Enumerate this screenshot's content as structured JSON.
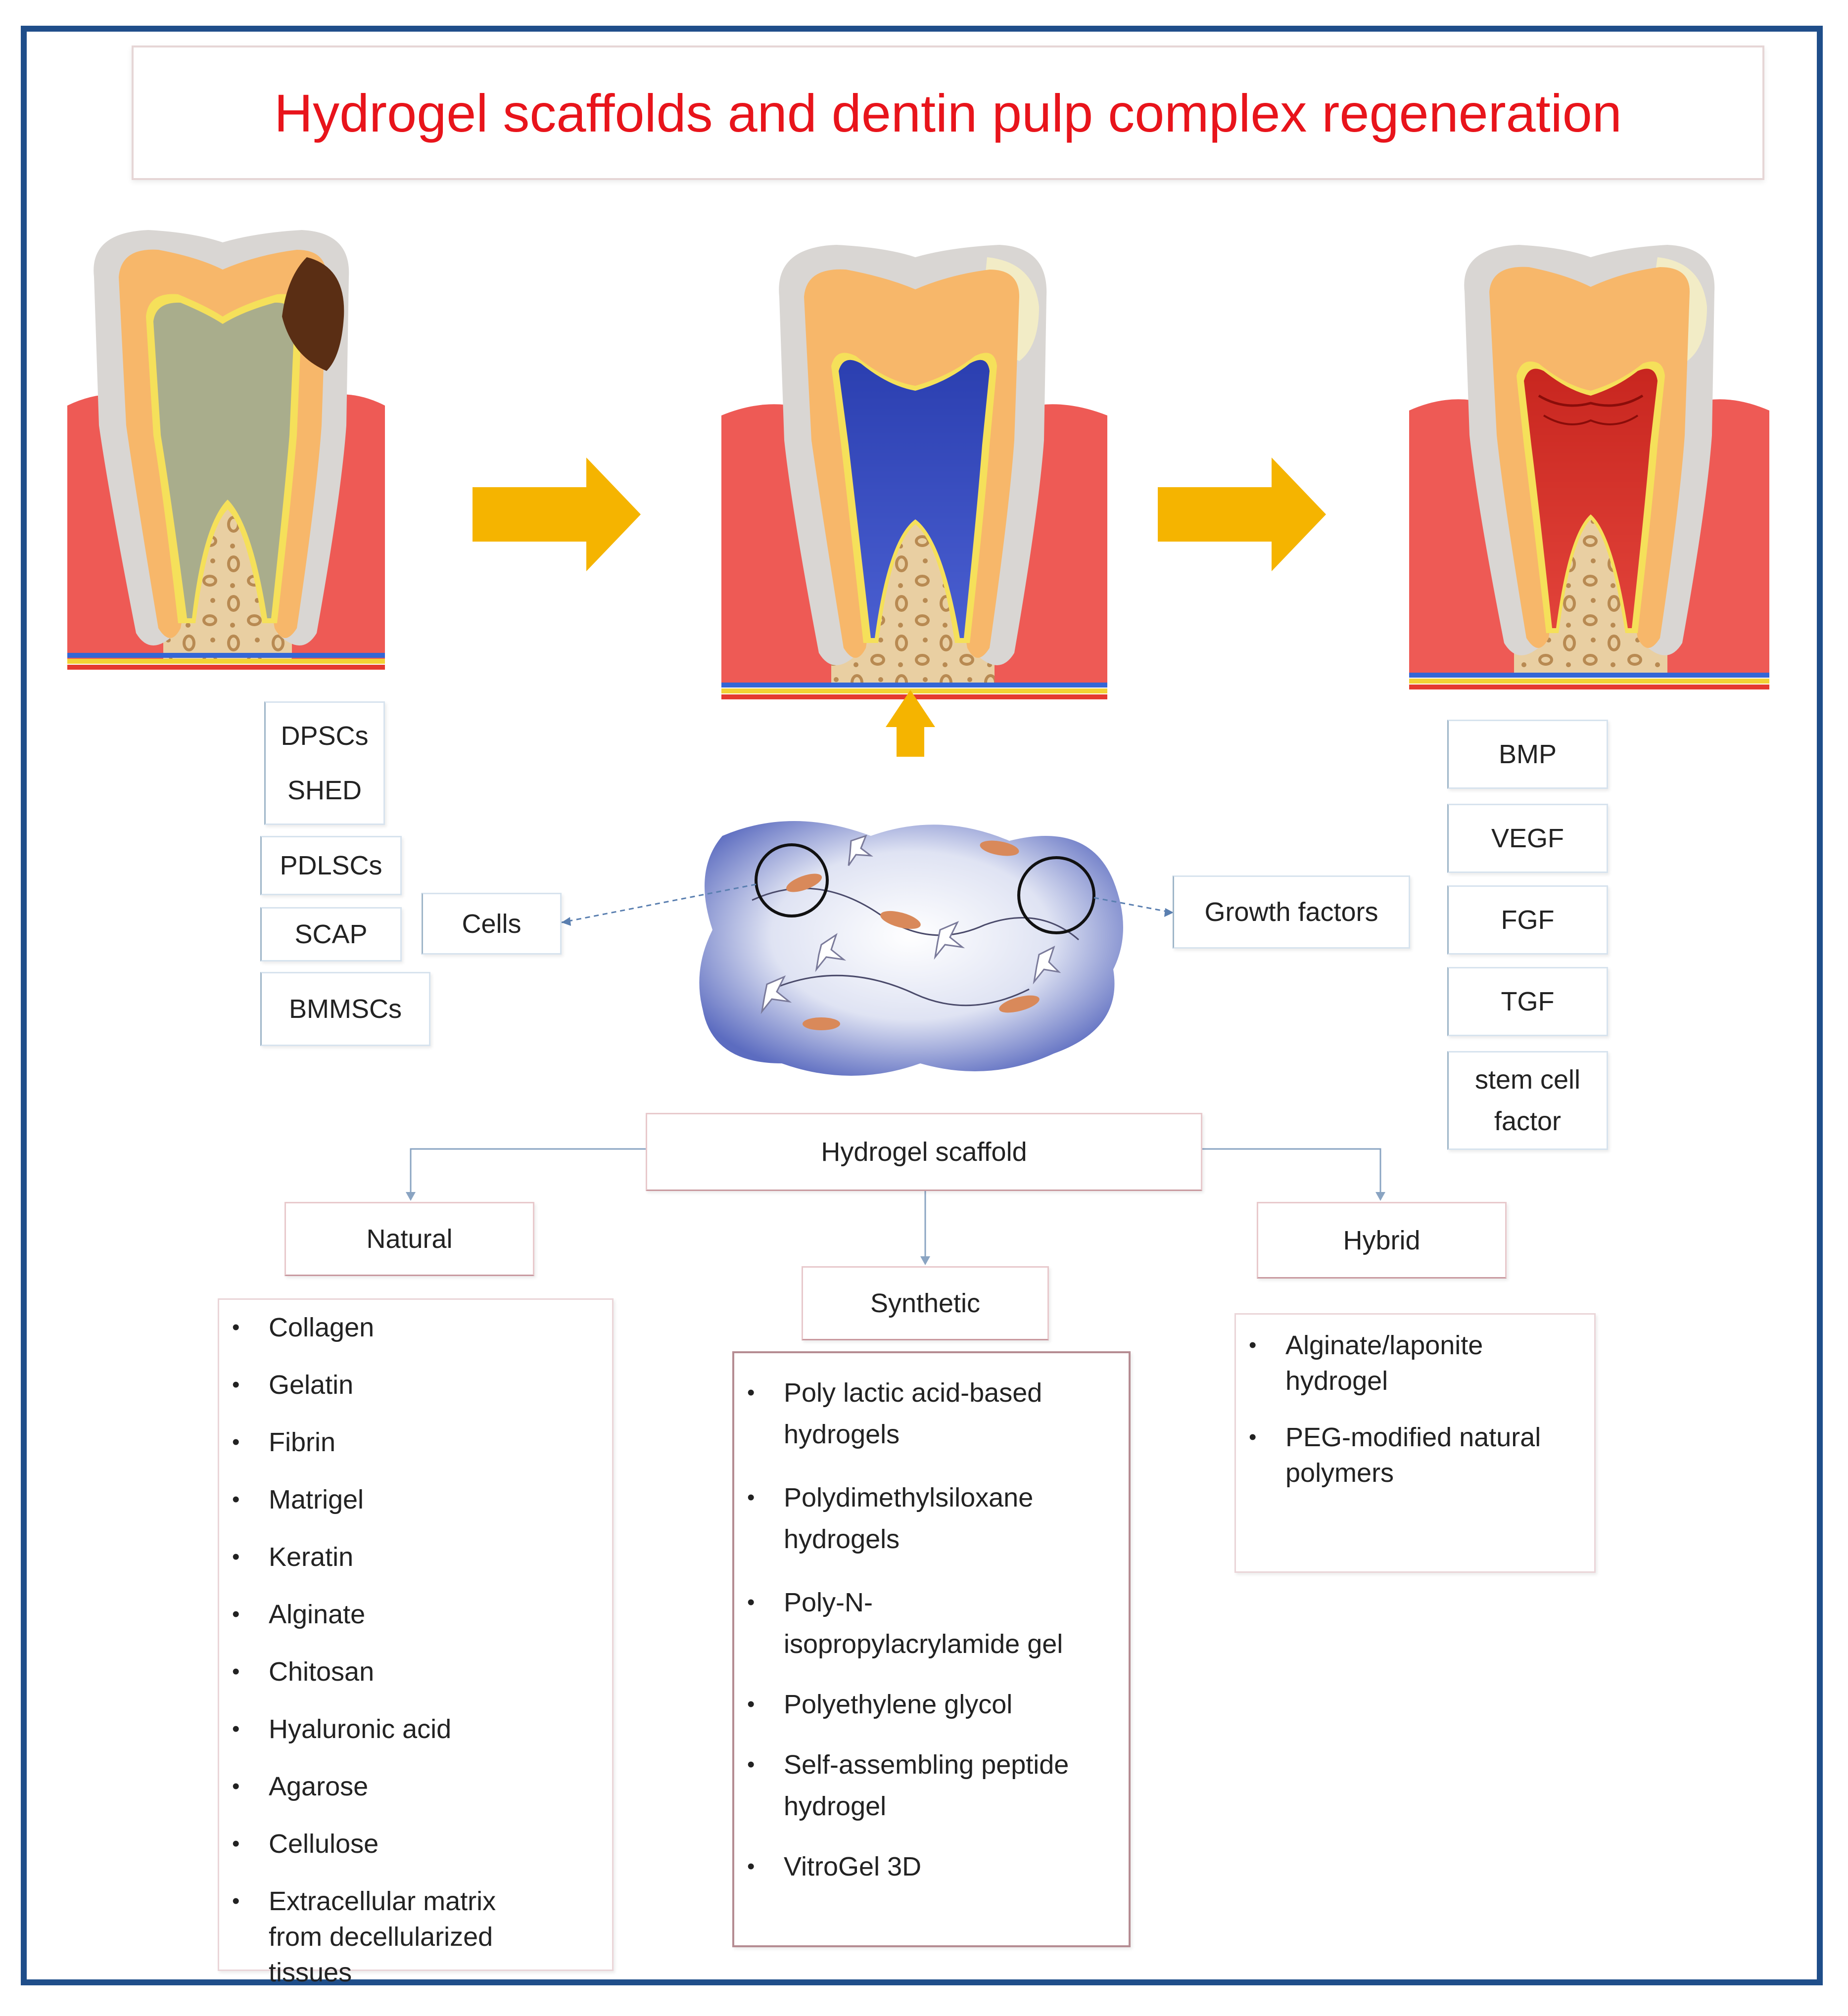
{
  "title": "Hydrogel scaffolds and dentin pulp complex regeneration",
  "stem_cells": [
    "DPSCs",
    "SHED",
    "PDLSCs",
    "SCAP",
    "BMMSCs"
  ],
  "cells_label": "Cells",
  "growth_factors_label": "Growth factors",
  "growth_factors": [
    "BMP",
    "VEGF",
    "FGF",
    "TGF"
  ],
  "stem_cell_factor": "stem cell factor",
  "scaffold_label": "Hydrogel scaffold",
  "categories": {
    "natural": {
      "label": "Natural",
      "items": [
        "Collagen",
        "Gelatin",
        "Fibrin",
        "Matrigel",
        "Keratin",
        "Alginate",
        "Chitosan",
        "Hyaluronic acid",
        "Agarose",
        "Cellulose",
        "Extracellular matrix from decellularized tissues"
      ]
    },
    "synthetic": {
      "label": "Synthetic",
      "items": [
        "Poly lactic acid-based hydrogels",
        "Polydimethylsiloxane hydrogels",
        "Poly-N-isopropylacrylamide gel",
        "Polyethylene glycol",
        "Self-assembling peptide hydrogel",
        "VitroGel 3D"
      ]
    },
    "hybrid": {
      "label": "Hybrid",
      "items": [
        "Alginate/laponite hydrogel",
        "PEG-modified natural polymers"
      ]
    }
  },
  "colors": {
    "title": "#e8141b",
    "arrow": "#f5b400",
    "frame": "#1f4e8a",
    "hydrogel": "#3a4fa8"
  }
}
